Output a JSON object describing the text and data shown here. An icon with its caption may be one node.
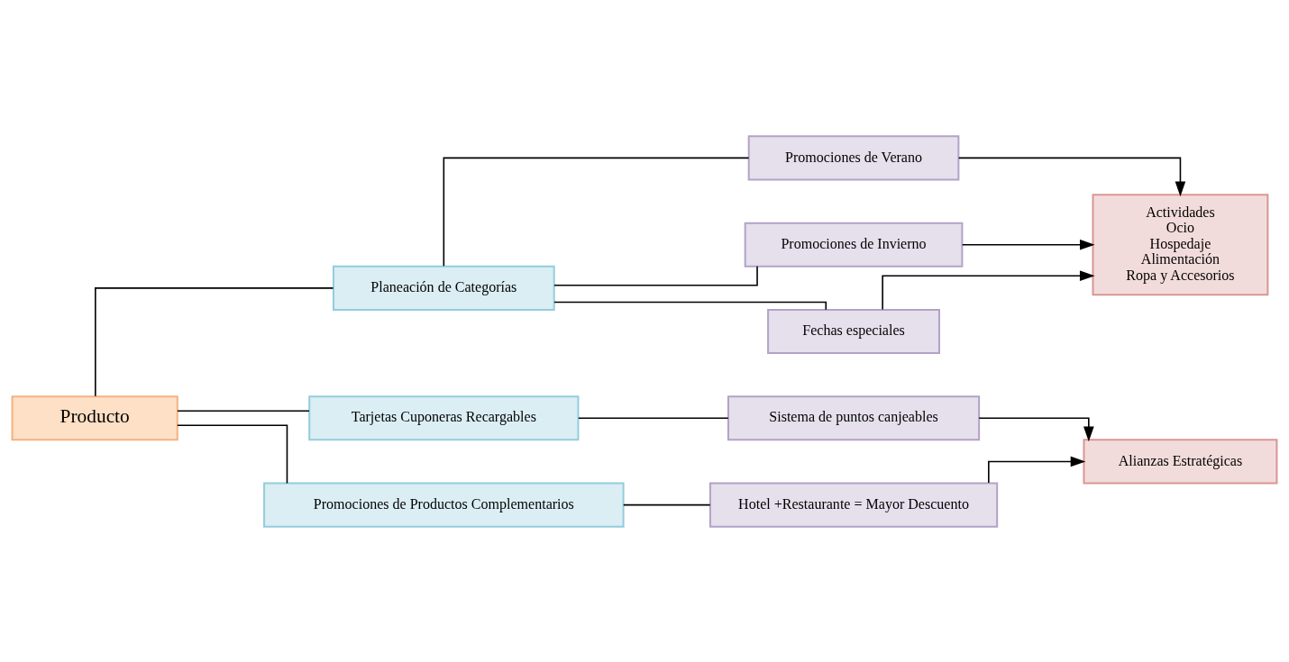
{
  "diagram": {
    "nodes": [
      {
        "text": [
          "Producto"
        ]
      },
      {
        "text": [
          "Planeación de Categorías"
        ]
      },
      {
        "text": [
          "Tarjetas Cuponeras Recargables"
        ]
      },
      {
        "text": [
          "Promociones de Productos Complementarios"
        ]
      },
      {
        "text": [
          "Promociones de Verano"
        ]
      },
      {
        "text": [
          "Promociones de Invierno"
        ]
      },
      {
        "text": [
          "Fechas especiales"
        ]
      },
      {
        "text": [
          "Actividades",
          "Ocio",
          "Hospedaje",
          "Alimentación",
          "Ropa y Accesorios"
        ]
      },
      {
        "text": [
          "Sistema de puntos canjeables"
        ]
      },
      {
        "text": [
          "Alianzas Estratégicas"
        ]
      },
      {
        "text": [
          "Hotel +Restaurante = Mayor Descuento"
        ]
      }
    ],
    "edges": [
      {
        "from": 0,
        "to": 1,
        "arrow": "none"
      },
      {
        "from": 0,
        "to": 2,
        "arrow": "none"
      },
      {
        "from": 0,
        "to": 3,
        "arrow": "none"
      },
      {
        "from": 1,
        "to": 4,
        "arrow": "none"
      },
      {
        "from": 1,
        "to": 5,
        "arrow": "none"
      },
      {
        "from": 1,
        "to": 6,
        "arrow": "none"
      },
      {
        "from": 4,
        "to": 7,
        "arrow": "to"
      },
      {
        "from": 5,
        "to": 7,
        "arrow": "to"
      },
      {
        "from": 6,
        "to": 7,
        "arrow": "to"
      },
      {
        "from": 2,
        "to": 8,
        "arrow": "none"
      },
      {
        "from": 8,
        "to": 9,
        "arrow": "to"
      },
      {
        "from": 3,
        "to": 10,
        "arrow": "none"
      },
      {
        "from": 10,
        "to": 9,
        "arrow": "to"
      }
    ]
  }
}
